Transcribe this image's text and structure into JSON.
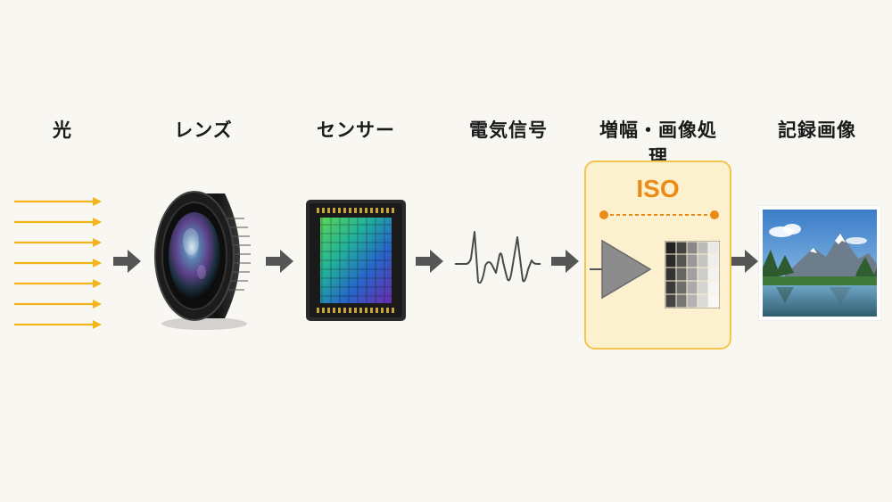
{
  "stages": [
    {
      "label": "光"
    },
    {
      "label": "レンズ"
    },
    {
      "label": "センサー"
    },
    {
      "label": "電気信号"
    },
    {
      "label": "増幅・画像処理"
    },
    {
      "label": "記録画像"
    }
  ],
  "iso": {
    "label": "ISO"
  },
  "colors": {
    "light_rays": "#f3b51b",
    "arrow": "#555555",
    "iso_accent": "#ec8a17",
    "iso_box_fill": "#fcf1cf",
    "iso_box_border": "#f5c54d"
  }
}
